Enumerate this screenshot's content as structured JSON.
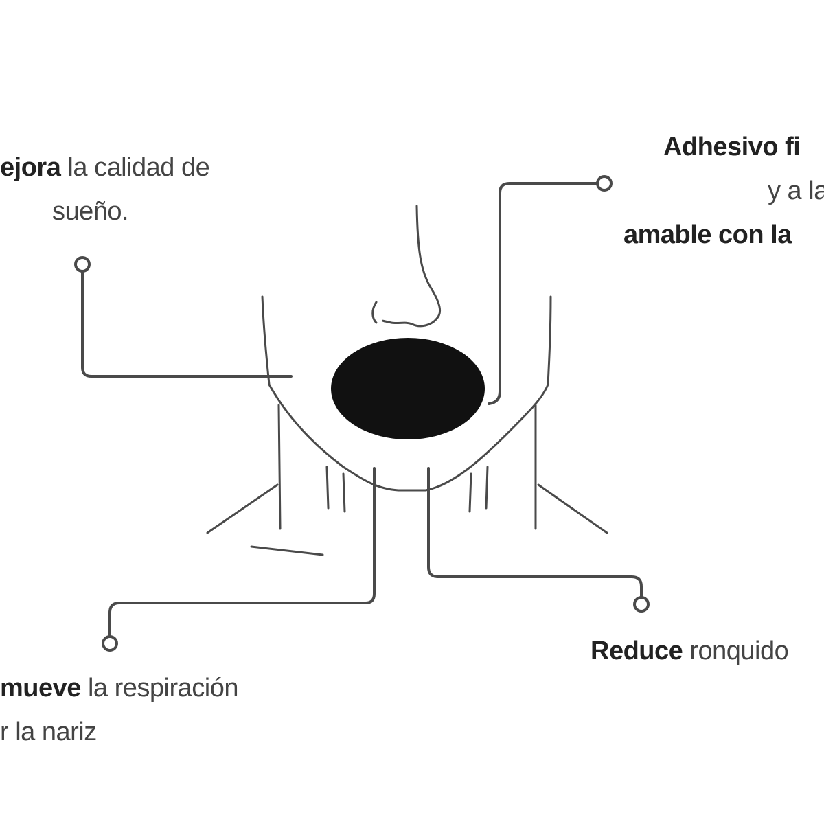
{
  "callouts": {
    "sleep": {
      "bold": "ejora",
      "line1_rest": " la calidad de",
      "line2": "sueño."
    },
    "adhesive": {
      "line1_bold": "Adhesivo fi",
      "line2": "y a la",
      "line3_bold": "amable con la"
    },
    "nose": {
      "bold": "mueve",
      "line1_rest": " la respiración",
      "line2": "r la nariz"
    },
    "snore": {
      "bold": "Reduce",
      "rest": " ronquido"
    }
  },
  "colors": {
    "line": "#4a4a4a",
    "mouth": "#111111",
    "bold_text": "#222222",
    "regular_text": "#444444"
  }
}
